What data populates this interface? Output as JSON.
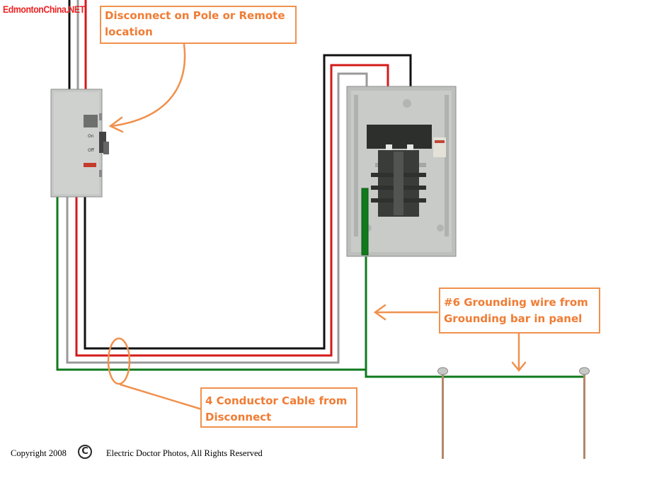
{
  "watermark": "EdmontonChina.NET",
  "callouts": {
    "disconnect": [
      "Disconnect on Pole or Remote",
      "location"
    ],
    "grounding": [
      "#6 Grounding wire from",
      "Grounding bar in panel"
    ],
    "cable": [
      "4 Conductor Cable from",
      "Disconnect"
    ]
  },
  "footer": {
    "copyright": "Copyright 2008",
    "symbol": "C",
    "credit": "Electric Doctor Photos,  All Rights Reserved"
  },
  "disconnect_switch": {
    "on_label": "On",
    "off_label": "Off"
  },
  "colors": {
    "hot_black": "#111111",
    "hot_red": "#d41a1a",
    "neutral_gray": "#9a9a9a",
    "ground_green": "#0f7a1c",
    "callout_orange": "#f0914e",
    "watermark_red": "#ee2222",
    "copper_rod": "#b4876a"
  }
}
